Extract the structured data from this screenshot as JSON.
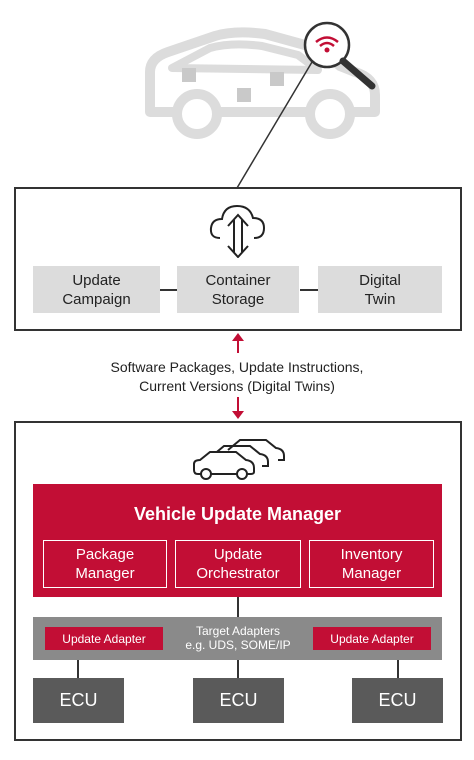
{
  "colors": {
    "accent": "#c20e35",
    "gray_box": "#dcdcdc",
    "adapter_bar": "#8a8a8a",
    "ecu": "#5a5a5a",
    "outline": "#333333"
  },
  "icons": [
    "car-outline-icon",
    "wifi-icon",
    "magnifier-icon",
    "cloud-sync-icon",
    "cars-fleet-icon"
  ],
  "cloud": {
    "items": [
      "Update Campaign",
      "Container Storage",
      "Digital Twin"
    ]
  },
  "caption": {
    "line1": "Software Packages, Update Instructions,",
    "line2": "Current Versions (Digital Twins)"
  },
  "vehicle": {
    "title": "Vehicle Update Manager",
    "components": [
      "Package Manager",
      "Update Orchestrator",
      "Inventory Manager"
    ],
    "adapters": {
      "left": "Update Adapter",
      "right": "Update Adapter",
      "center_line1": "Target Adapters",
      "center_line2": "e.g. UDS, SOME/IP"
    },
    "ecus": [
      "ECU",
      "ECU",
      "ECU"
    ]
  }
}
